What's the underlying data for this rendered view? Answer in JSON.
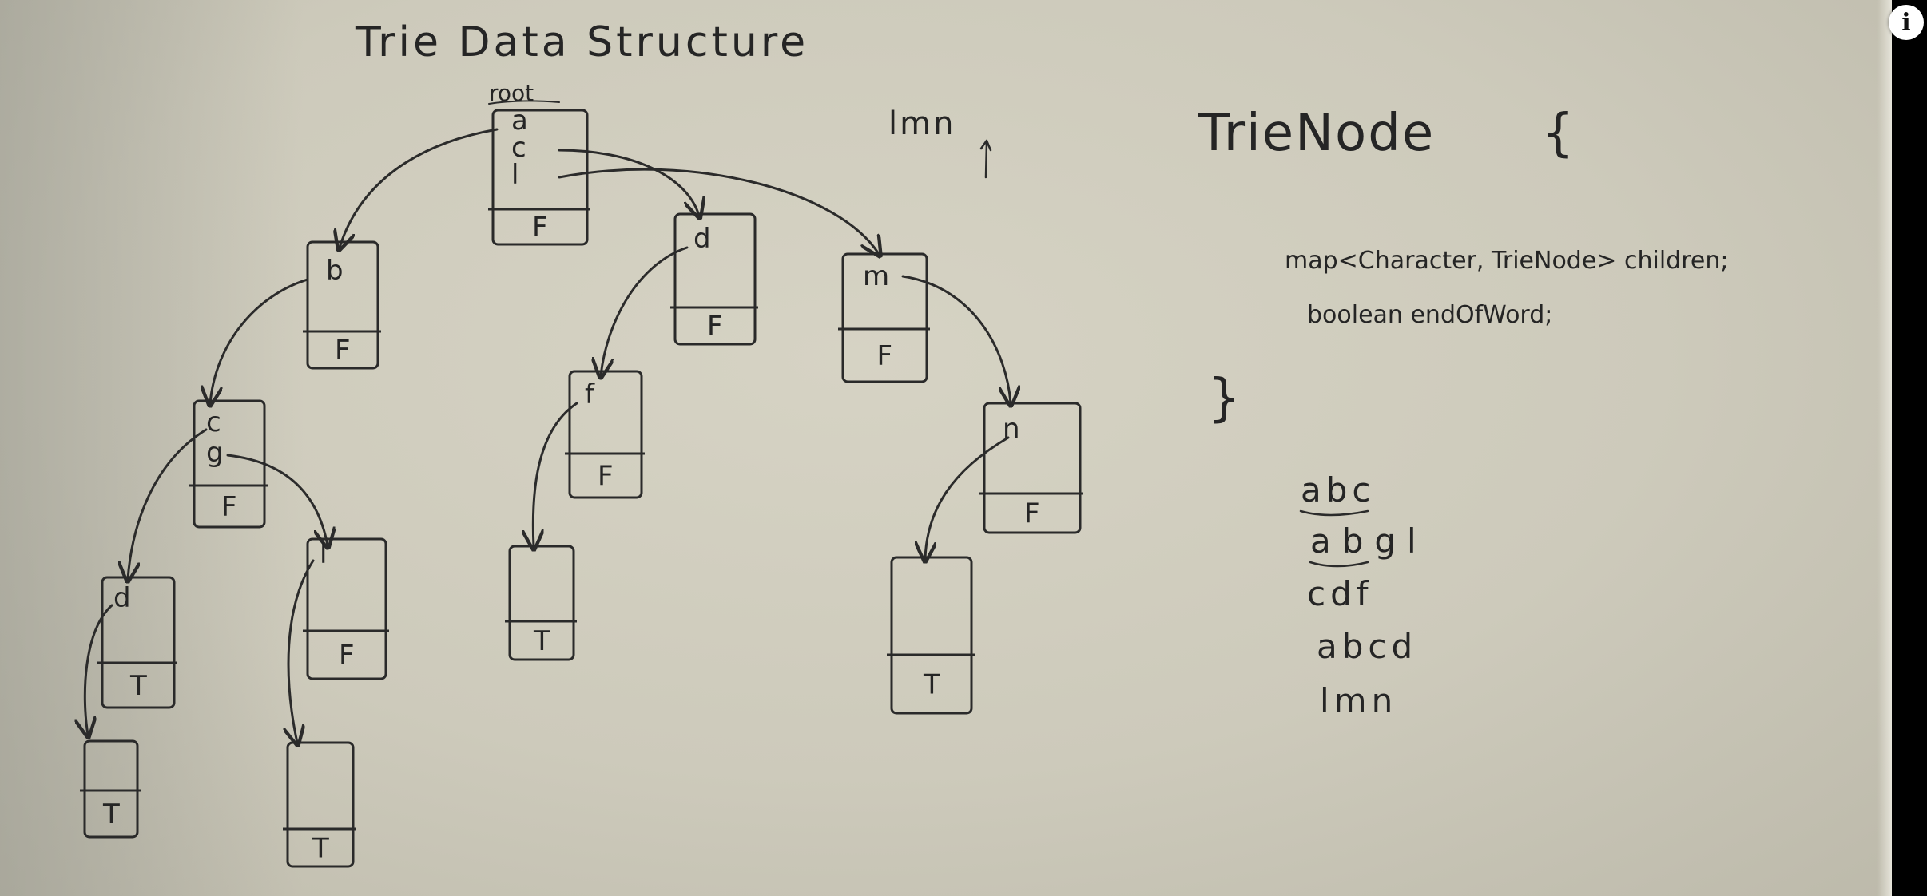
{
  "title": "Trie Data Structure",
  "root_label": "root",
  "example_word": "lmn",
  "class": {
    "name": "TrieNode",
    "open_brace": "{",
    "fields": [
      "map<Character, TrieNode> children;",
      "boolean endOfWord;"
    ],
    "close_brace": "}"
  },
  "words": [
    "abc",
    "abgl",
    "cdf",
    "abcd",
    "lmn"
  ],
  "nodes": [
    {
      "keys": [
        "a",
        "c",
        "l"
      ],
      "flag": "F"
    },
    {
      "keys": [
        "b"
      ],
      "flag": "F"
    },
    {
      "keys": [
        "d"
      ],
      "flag": "F"
    },
    {
      "keys": [
        "m"
      ],
      "flag": "F"
    },
    {
      "keys": [
        "c",
        "g"
      ],
      "flag": "F"
    },
    {
      "keys": [
        "f"
      ],
      "flag": "F"
    },
    {
      "keys": [
        "n"
      ],
      "flag": "F"
    },
    {
      "keys": [
        "d"
      ],
      "flag": "T"
    },
    {
      "keys": [
        "l"
      ],
      "flag": "F"
    },
    {
      "keys": [],
      "flag": "T"
    },
    {
      "keys": [],
      "flag": "T"
    },
    {
      "keys": [],
      "flag": "T"
    },
    {
      "keys": [],
      "flag": "T"
    },
    {
      "keys": [],
      "flag": "T"
    }
  ],
  "ink_color": "#2b2b2b",
  "board_color": "#d2cfc0",
  "info_icon": "info-icon",
  "info_label": "i"
}
